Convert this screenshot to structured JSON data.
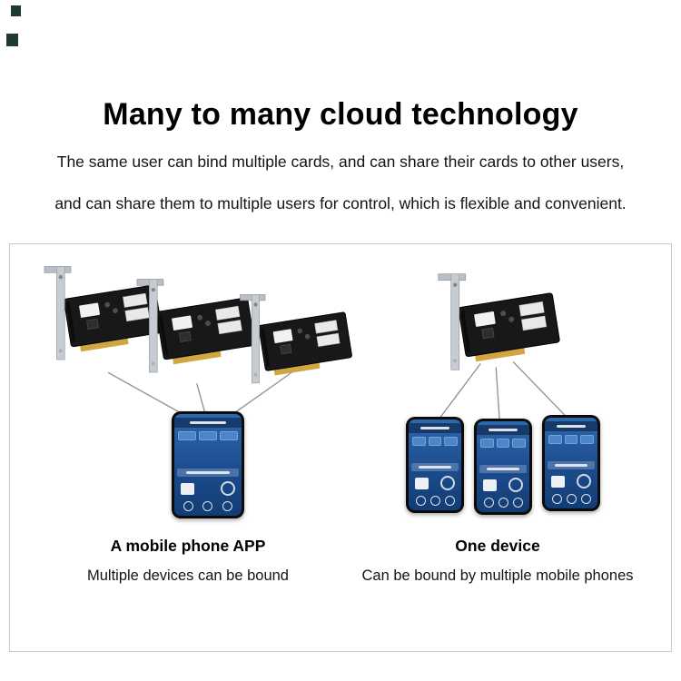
{
  "page": {
    "title": "Many to many cloud technology",
    "description_lines": [
      "The same user can bind multiple cards, and can share their cards to other users,",
      "and can share them to multiple users for control, which is flexible and convenient."
    ]
  },
  "groups": {
    "left": {
      "title": "A mobile phone APP",
      "subtitle": "Multiple devices can be bound"
    },
    "right": {
      "title": "One device",
      "subtitle": "Can be bound by multiple mobile phones"
    }
  },
  "icons": {
    "card": "pcie-card",
    "phone": "smartphone-app-screen"
  },
  "colors": {
    "app_blue": "#1c4c8e",
    "app_blue_light": "#4a86c8",
    "pcb_black": "#181818",
    "gold_connector": "#c9a23f",
    "bracket_gray": "#c6ccd2",
    "connector_line_gray": "#8f8f8f",
    "panel_border": "#c9c9c9"
  }
}
